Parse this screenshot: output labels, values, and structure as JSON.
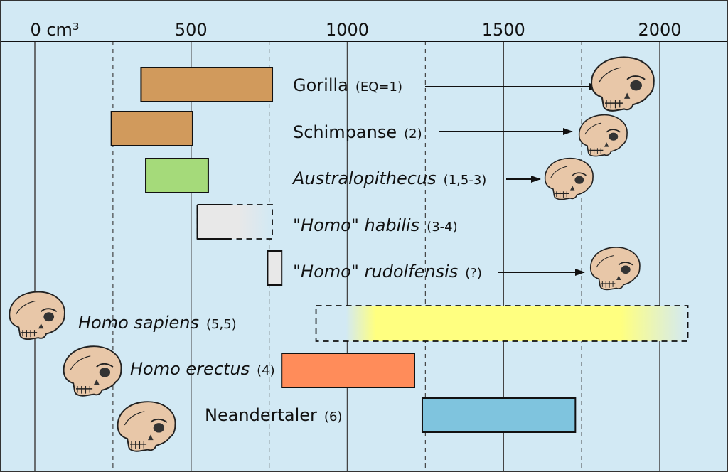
{
  "chart_data": {
    "type": "bar",
    "subtype": "horizontal-range",
    "x_unit": "cm³",
    "xlim": [
      -110,
      2210
    ],
    "x_ticks": [
      {
        "value": 0,
        "label": "0 cm³"
      },
      {
        "value": 500,
        "label": "500"
      },
      {
        "value": 1000,
        "label": "1000"
      },
      {
        "value": 1500,
        "label": "1500"
      },
      {
        "value": 2000,
        "label": "2000"
      }
    ],
    "dashed_gridlines": [
      250,
      750,
      1250,
      1750
    ],
    "series": [
      {
        "name": "Gorilla",
        "eq": "(EQ=1)",
        "italic": false,
        "min": 340,
        "max": 760,
        "color": "#d19a5c",
        "fade_left": false,
        "fade_right": false,
        "dashed": false,
        "skull_arrow": true
      },
      {
        "name": "Schimpanse",
        "eq": "(2)",
        "italic": false,
        "min": 245,
        "max": 505,
        "color": "#d19a5c",
        "fade_left": false,
        "fade_right": false,
        "dashed": false,
        "skull_arrow": true
      },
      {
        "name": "Australopithecus",
        "eq": "(1,5-3)",
        "italic": true,
        "min": 355,
        "max": 555,
        "color": "#a5da7a",
        "fade_left": false,
        "fade_right": false,
        "dashed": false,
        "skull_arrow": true
      },
      {
        "name": "\"Homo\" habilis",
        "eq": "(3-4)",
        "italic": true,
        "min": 520,
        "max": 760,
        "color": "#e8e8e8",
        "fade_left": false,
        "fade_right": true,
        "dashed": true,
        "skull_arrow": false
      },
      {
        "name": "\"Homo\" rudolfensis",
        "eq": "(?)",
        "italic": true,
        "min": 745,
        "max": 790,
        "color": "#e8e8e8",
        "fade_left": false,
        "fade_right": false,
        "dashed": false,
        "skull_arrow": true
      },
      {
        "name": "Homo sapiens",
        "eq": "(5,5)",
        "italic": true,
        "min": 900,
        "max": 2090,
        "color": "#ffff80",
        "fade_left": true,
        "fade_right": true,
        "dashed": true,
        "skull_arrow": false
      },
      {
        "name": "Homo erectus",
        "eq": "(4)",
        "italic": true,
        "min": 790,
        "max": 1215,
        "color": "#ff8c5a",
        "fade_left": false,
        "fade_right": false,
        "dashed": false,
        "skull_arrow": false
      },
      {
        "name": "Neandertaler",
        "eq": "(6)",
        "italic": false,
        "min": 1240,
        "max": 1730,
        "color": "#7fc4de",
        "fade_left": false,
        "fade_right": false,
        "dashed": false,
        "skull_arrow": false
      }
    ],
    "title": "",
    "xlabel": "",
    "ylabel": "",
    "grid": true
  },
  "colors": {
    "background": "#d2e9f4",
    "grid": "#444444",
    "skull": "#e8c7a8"
  }
}
